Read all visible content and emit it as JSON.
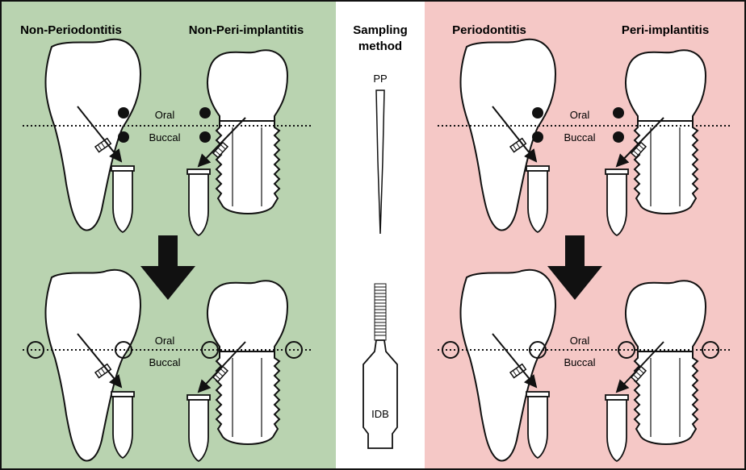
{
  "colors": {
    "left_panel_bg": "#b9d3b0",
    "middle_panel_bg": "#ffffff",
    "right_panel_bg": "#f5c8c6",
    "border": "#111111"
  },
  "left_panel": {
    "title_left": "Non-Periodontitis",
    "title_right": "Non-Peri-implantitis"
  },
  "middle_panel": {
    "title_line1": "Sampling",
    "title_line2": "method",
    "tool_top_label": "PP",
    "tool_bottom_label": "IDB"
  },
  "right_panel": {
    "title_left": "Periodontitis",
    "title_right": "Peri-implantitis"
  },
  "site_labels": {
    "oral": "Oral",
    "buccal": "Buccal"
  },
  "icons": {
    "tooth": "natural-tooth-icon",
    "implant": "dental-implant-icon",
    "tube": "sample-tube-icon",
    "transition": "down-arrow-icon",
    "paper_point": "paper-point-icon",
    "brush": "interdental-brush-icon"
  }
}
